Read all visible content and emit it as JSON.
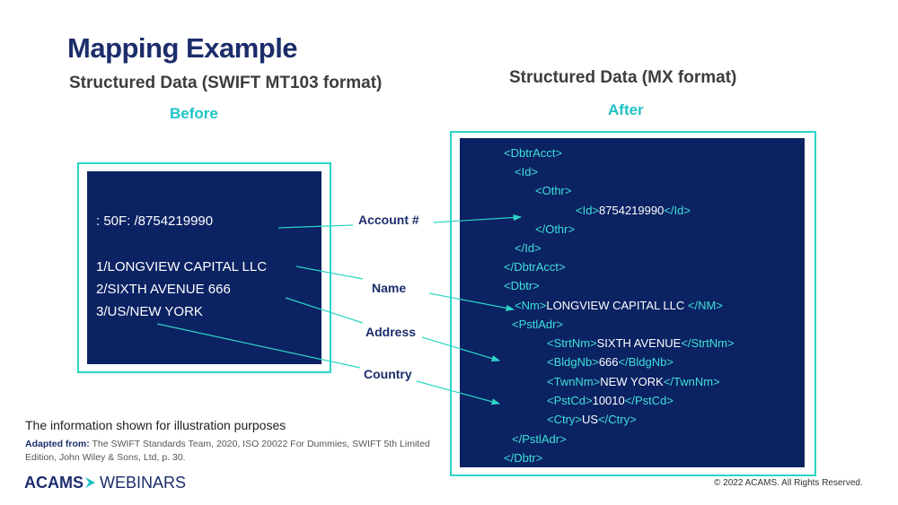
{
  "title": "Mapping Example",
  "left": {
    "subtitle": "Structured Data (SWIFT MT103 format)",
    "heading": "Before",
    "lines": [
      ": 50F: /8754219990",
      "1/LONGVIEW CAPITAL LLC",
      "2/SIXTH AVENUE 666",
      "3/US/NEW YORK"
    ]
  },
  "right": {
    "subtitle": "Structured Data (MX format)",
    "heading": "After",
    "xml": [
      {
        "open": "<DbtrAcct>",
        "value": "",
        "close": ""
      },
      {
        "open": "<Id>",
        "value": "",
        "close": ""
      },
      {
        "open": "<Othr>",
        "value": "",
        "close": ""
      },
      {
        "open": "<Id>",
        "value": "8754219990",
        "close": "</Id>"
      },
      {
        "open": "</Othr>",
        "value": "",
        "close": ""
      },
      {
        "open": "</Id>",
        "value": "",
        "close": ""
      },
      {
        "open": "</DbtrAcct>",
        "value": "",
        "close": ""
      },
      {
        "open": "<Dbtr>",
        "value": "",
        "close": ""
      },
      {
        "open": "<Nm>",
        "value": "LONGVIEW CAPITAL LLC ",
        "close": "</NM>"
      },
      {
        "open": "<PstlAdr>",
        "value": "",
        "close": ""
      },
      {
        "open": "<StrtNm>",
        "value": "SIXTH AVENUE",
        "close": "</StrtNm>"
      },
      {
        "open": "<BldgNb>",
        "value": "666",
        "close": "</BldgNb>"
      },
      {
        "open": "<TwnNm>",
        "value": "NEW YORK",
        "close": "</TwnNm>"
      },
      {
        "open": "<PstCd>",
        "value": "10010",
        "close": "</PstCd>"
      },
      {
        "open": "<Ctry>",
        "value": "US",
        "close": "</Ctry>"
      },
      {
        "open": "</PstlAdr>",
        "value": "",
        "close": ""
      },
      {
        "open": "</Dbtr>",
        "value": "",
        "close": ""
      }
    ]
  },
  "labels": {
    "account": "Account #",
    "name": "Name",
    "address": "Address",
    "country": "Country"
  },
  "footer": {
    "disclaimer": "The information shown for illustration purposes",
    "source_prefix": "Adapted from:",
    "source_text": " The SWIFT Standards Team, 2020, ISO 20022 For Dummies, SWIFT 5th Limited Edition, John Wiley & Sons, Ltd, p. 30.",
    "logo_bold": "ACAMS",
    "logo_rest": "WEBINARS",
    "copyright": "© 2022 ACAMS. All Rights Reserved."
  },
  "colors": {
    "navy": "#0b2263",
    "teal": "#2cd5c4",
    "title": "#1b2d6b"
  }
}
